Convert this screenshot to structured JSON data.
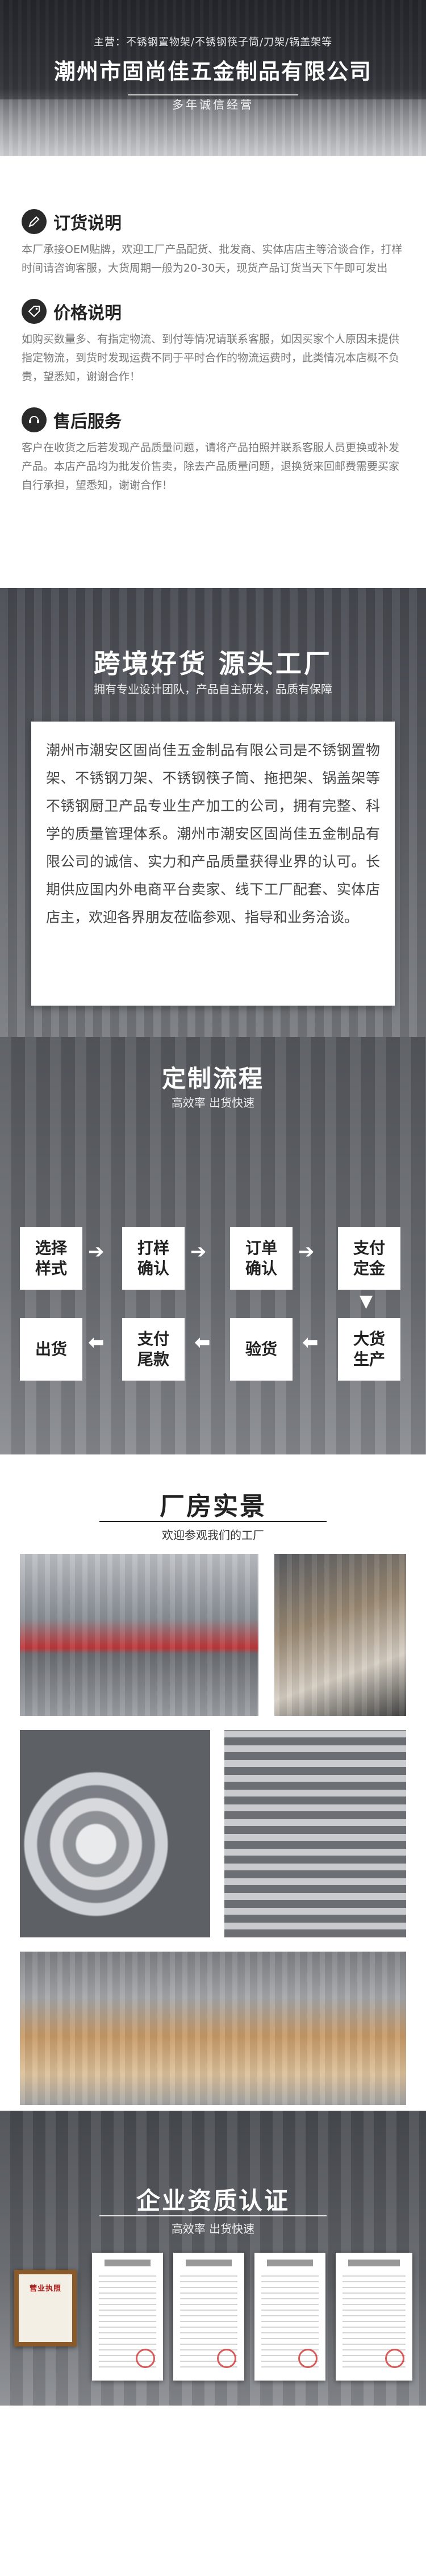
{
  "header": {
    "main_business": "主营：不锈钢置物架/不锈钢筷子筒/刀架/锅盖架等",
    "company": "潮州市固尚佳五金制品有限公司",
    "slogan": "多年诚信经营"
  },
  "notices": [
    {
      "icon": "pen-icon",
      "title": "订货说明",
      "text": "本厂承接OEM贴牌，欢迎工厂产品配货、批发商、实体店店主等洽谈合作，打样时间请咨询客服，大货周期一般为20-30天，现货产品订货当天下午即可发出"
    },
    {
      "icon": "price-tag-icon",
      "title": "价格说明",
      "text": "如购买数量多、有指定物流、到付等情况请联系客服，如因买家个人原因未提供指定物流，到货时发现运费不同于平时合作的物流运费时，此类情况本店概不负责，望悉知，谢谢合作！"
    },
    {
      "icon": "support-icon",
      "title": "售后服务",
      "text": "客户在收货之后若发现产品质量问题，请将产品拍照并联系客服人员更换或补发产品。本店产品均为批发价售卖，除去产品质量问题，退换货来回邮费需要买家自行承担，望悉知，谢谢合作！"
    }
  ],
  "crossborder": {
    "title": "跨境好货 源头工厂",
    "subtitle": "拥有专业设计团队，产品自主研发，品质有保障",
    "paragraph": "潮州市潮安区固尚佳五金制品有限公司是不锈钢置物架、不锈钢刀架、不锈钢筷子筒、拖把架、锅盖架等不锈钢厨卫产品专业生产加工的公司，拥有完整、科学的质量管理体系。潮州市潮安区固尚佳五金制品有限公司的诚信、实力和产品质量获得业界的认可。长期供应国内外电商平台卖家、线下工厂配套、实体店店主，欢迎各界朋友莅临参观、指导和业务洽谈。"
  },
  "flow": {
    "title": "定制流程",
    "subtitle": "高效率 出货快速",
    "steps": [
      {
        "line1": "选择",
        "line2": "样式"
      },
      {
        "line1": "打样",
        "line2": "确认"
      },
      {
        "line1": "订单",
        "line2": "确认"
      },
      {
        "line1": "支付",
        "line2": "定金"
      },
      {
        "line1": "大货",
        "line2": "生产"
      },
      {
        "line1": "验货",
        "line2": ""
      },
      {
        "line1": "支付",
        "line2": "尾款"
      },
      {
        "line1": "出货",
        "line2": ""
      }
    ]
  },
  "factory": {
    "title": "厂房实景",
    "subtitle": "欢迎参观我们的工厂"
  },
  "certification": {
    "title": "企业资质认证",
    "subtitle": "高效率 出货快速",
    "license_text": "营业执照"
  }
}
